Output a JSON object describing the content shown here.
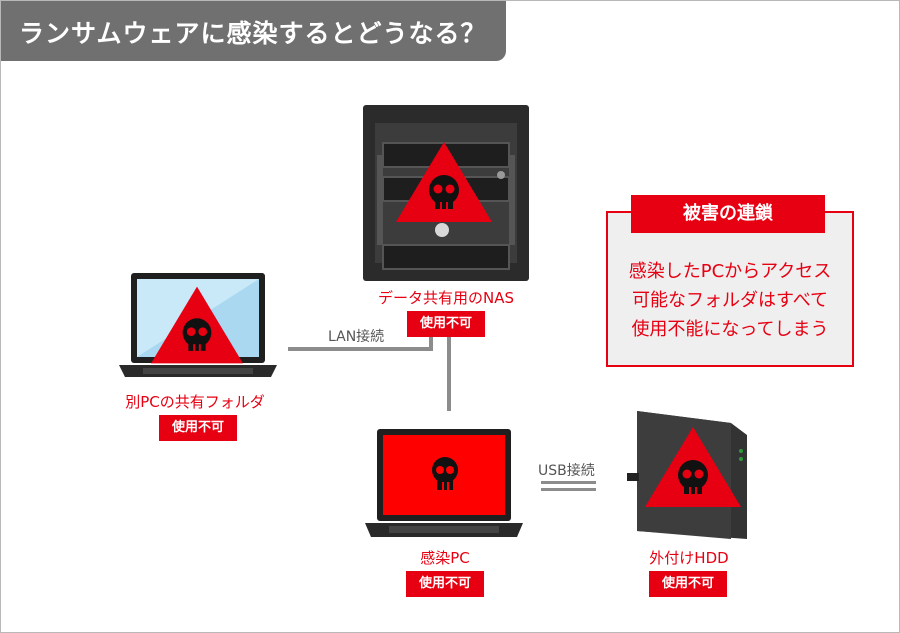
{
  "title": "ランサムウェアに感染するとどうなる？",
  "devices": {
    "nas": {
      "label": "データ共有用のNAS",
      "status": "使用不可"
    },
    "shared_pc": {
      "label": "別PCの共有フォルダ",
      "status": "使用不可"
    },
    "infected_pc": {
      "label": "感染PC",
      "status": "使用不可"
    },
    "external_hdd": {
      "label": "外付けHDD",
      "status": "使用不可"
    }
  },
  "connections": {
    "lan": "LAN接続",
    "usb": "USB接続"
  },
  "damage_chain": {
    "title": "被害の連鎖",
    "lines": [
      "感染したPCからアクセス",
      "可能なフォルダはすべて",
      "使用不能になってしまう"
    ]
  },
  "colors": {
    "accent": "#e60012",
    "title_bg": "#707070",
    "line": "#8c8c8c"
  },
  "icons": [
    "skull-warning-icon"
  ]
}
